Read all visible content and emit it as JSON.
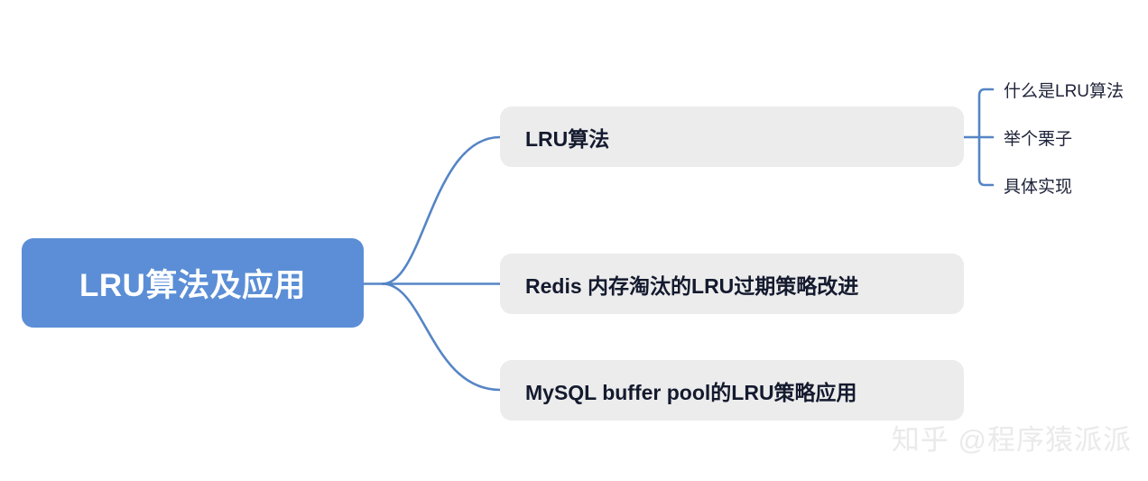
{
  "diagram": {
    "type": "mind-map",
    "orientation": "left-to-right",
    "background_color": "#ffffff",
    "root": {
      "label": "LRU算法及应用",
      "fill_color": "#5b8ed6",
      "text_color": "#ffffff"
    },
    "branch_style": {
      "fill_color": "#ececec",
      "text_color": "#141a2e"
    },
    "connector_color": "#5585c5",
    "branches": [
      {
        "label": "LRU算法",
        "children": [
          {
            "label": "什么是LRU算法"
          },
          {
            "label": "举个栗子"
          },
          {
            "label": "具体实现"
          }
        ]
      },
      {
        "label": "Redis 内存淘汰的LRU过期策略改进",
        "children": []
      },
      {
        "label": "MySQL buffer pool的LRU策略应用",
        "children": []
      }
    ]
  },
  "watermark": {
    "text": "知乎 @程序猿派派",
    "color": "#eaeaea"
  }
}
